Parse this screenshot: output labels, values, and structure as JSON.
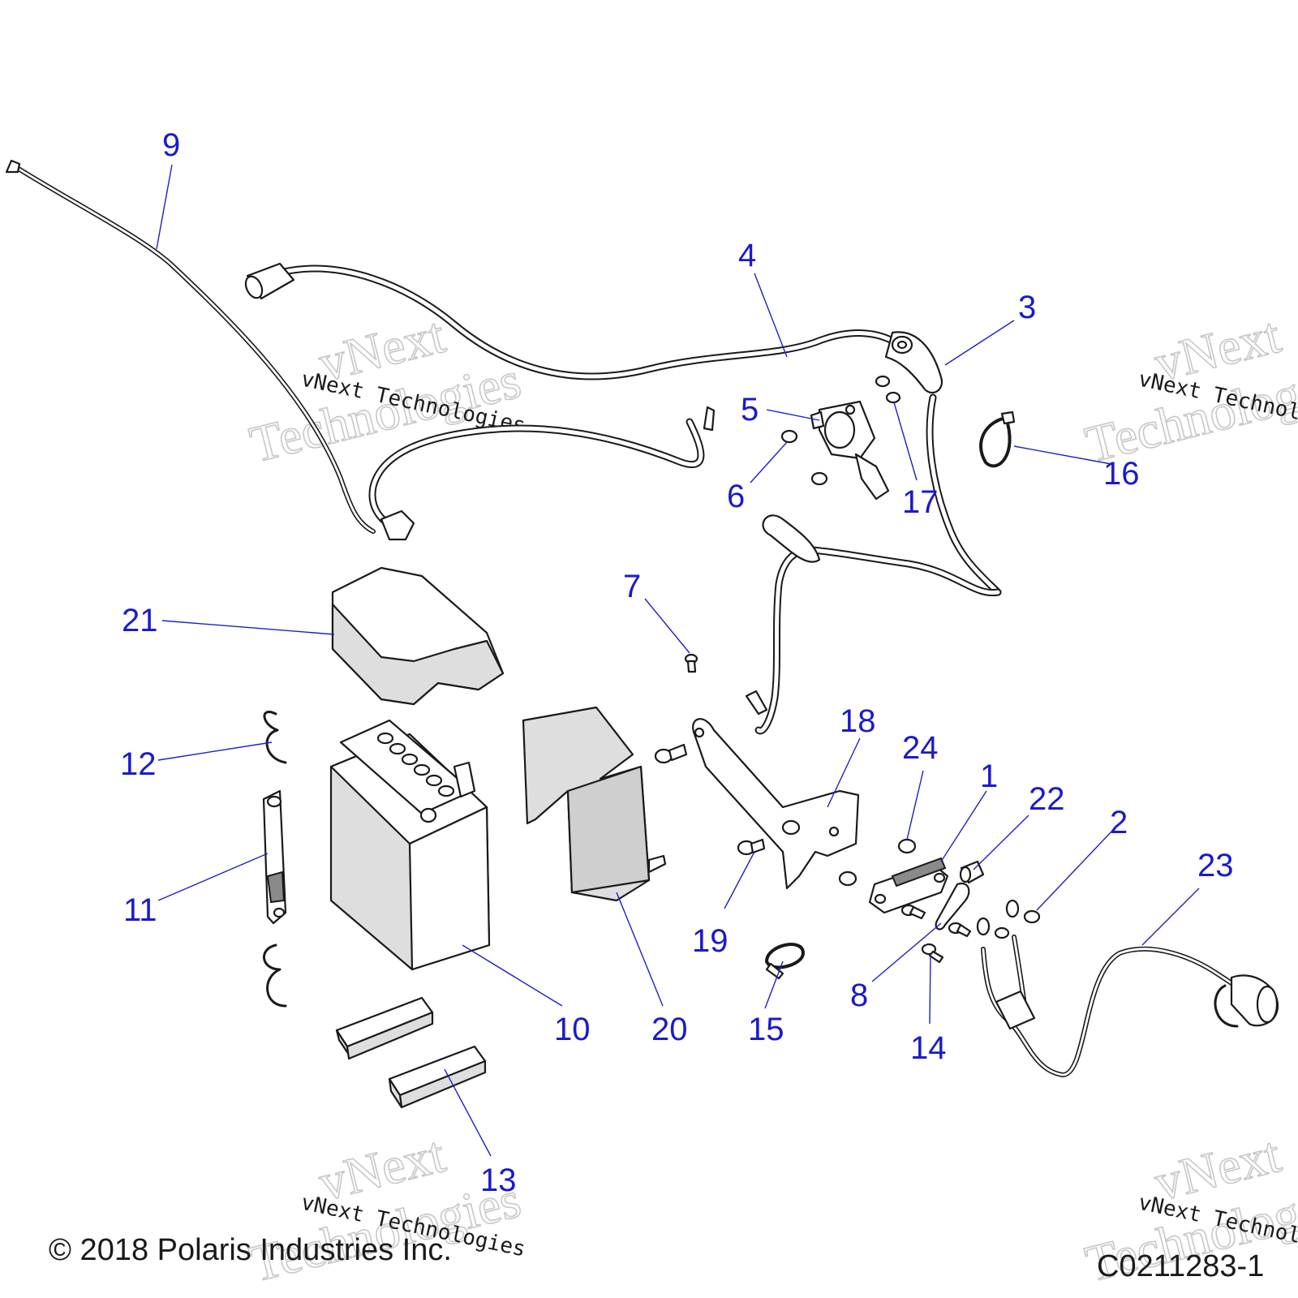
{
  "diagram": {
    "callouts": {
      "c1": "1",
      "c2": "2",
      "c3": "3",
      "c4": "4",
      "c5": "5",
      "c6": "6",
      "c7": "7",
      "c8": "8",
      "c9": "9",
      "c10": "10",
      "c11": "11",
      "c12": "12",
      "c13": "13",
      "c14": "14",
      "c15": "15",
      "c16": "16",
      "c17": "17",
      "c18": "18",
      "c19": "19",
      "c20": "20",
      "c21": "21",
      "c22": "22",
      "c23": "23",
      "c24": "24"
    },
    "watermark": {
      "brand": "vNext",
      "word": "Technologies",
      "full": "vNext Technologies"
    },
    "copyright": "© 2018 Polaris Industries Inc.",
    "drawing_code": "C0211283-1",
    "colors": {
      "callout": "#1a1acc",
      "leader": "#2020c8",
      "line_art": "#1a1a1a",
      "fill_grey": "#dedede"
    }
  }
}
